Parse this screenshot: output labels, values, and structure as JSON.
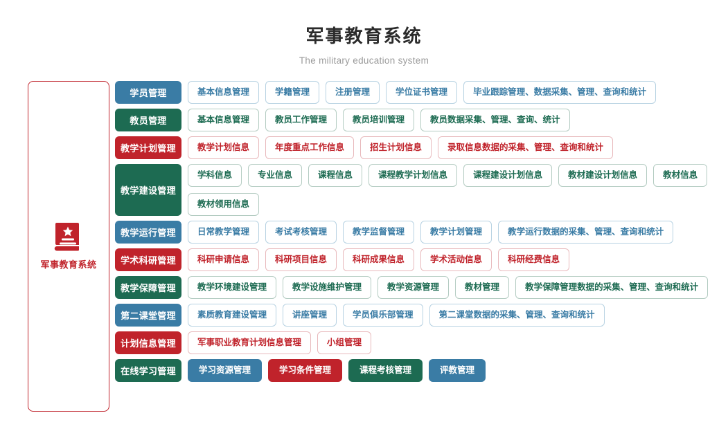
{
  "header": {
    "title": "军事教育系统",
    "subtitle": "The military education system"
  },
  "system_card": {
    "label": "军事教育系统",
    "icon": "book-star-icon",
    "border_color": "#c0232b",
    "icon_color": "#c0232b"
  },
  "theme_colors": {
    "blue": "#3a7ca5",
    "green": "#1d6b52",
    "red": "#c0232b",
    "blue_border": "#b7d2e2",
    "green_border": "#b4ccc2",
    "red_border": "#e8b9bc",
    "background": "#ffffff",
    "title_color": "#2b2b2b",
    "subtitle_color": "#9a9a9a"
  },
  "rows": [
    {
      "head": "学员管理",
      "color": "blue",
      "items": [
        "基本信息管理",
        "学籍管理",
        "注册管理",
        "学位证书管理",
        "毕业跟踪管理、数据采集、管理、查询和统计"
      ]
    },
    {
      "head": "教员管理",
      "color": "green",
      "items": [
        "基本信息管理",
        "教员工作管理",
        "教员培训管理",
        "教员数据采集、管理、查询、统计"
      ]
    },
    {
      "head": "教学计划管理",
      "color": "red",
      "items": [
        "教学计划信息",
        "年度重点工作信息",
        "招生计划信息",
        "录取信息数据的采集、管理、查询和统计"
      ]
    },
    {
      "head": "教学建设管理",
      "color": "green",
      "tall": true,
      "items": [
        "学科信息",
        "专业信息",
        "课程信息",
        "课程教学计划信息",
        "课程建设计划信息",
        "教材建设计划信息",
        "教材信息",
        "教材领用信息"
      ]
    },
    {
      "head": "教学运行管理",
      "color": "blue",
      "items": [
        "日常教学管理",
        "考试考核管理",
        "教学监督管理",
        "教学计划管理",
        "教学运行数据的采集、管理、查询和统计"
      ]
    },
    {
      "head": "学术科研管理",
      "color": "red",
      "items": [
        "科研申请信息",
        "科研项目信息",
        "科研成果信息",
        "学术活动信息",
        "科研经费信息"
      ]
    },
    {
      "head": "教学保障管理",
      "color": "green",
      "items": [
        "教学环境建设管理",
        "教学设施维护管理",
        "教学资源管理",
        "教材管理",
        "教学保障管理数据的采集、管理、查询和统计"
      ]
    },
    {
      "head": "第二课堂管理",
      "color": "blue",
      "items": [
        "素质教育建设管理",
        "讲座管理",
        "学员俱乐部管理",
        "第二课堂数据的采集、管理、查询和统计"
      ]
    },
    {
      "head": "计划信息管理",
      "color": "red",
      "items": [
        "军事职业教育计划信息管理",
        "小组管理"
      ]
    },
    {
      "head": "在线学习管理",
      "color": "green",
      "solid_items": true,
      "items": [
        "学习资源管理",
        "学习条件管理",
        "课程考核管理",
        "评教管理"
      ],
      "item_colors": [
        "blue",
        "red",
        "green",
        "blue"
      ]
    }
  ]
}
